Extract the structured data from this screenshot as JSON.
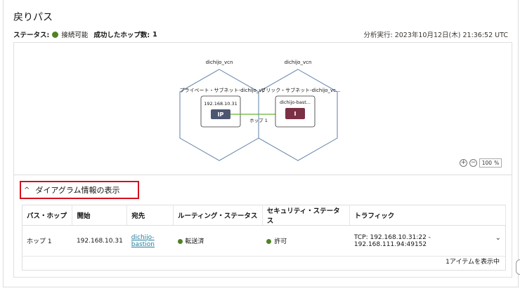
{
  "title": "戻りパス",
  "status": {
    "label": "ステータス:",
    "value": "接続可能",
    "hops_label": "成功したホップ数:",
    "hops_value": "1",
    "dot_color": "#508223"
  },
  "analysis": "分析実行: 2023年10月12日(木) 21:36:52 UTC",
  "diagram": {
    "left_vcn": "dichijo_vcn",
    "right_vcn": "dichijo_vcn",
    "left_subnet": "プライベート・サブネット-dichijo_vc",
    "right_subnet": "ブリック・サブネット-dichijo_vc...",
    "left_node_title": "192.168.10.31",
    "left_node_badge": "IP",
    "right_node_title": "dichijo-bast...",
    "right_node_badge": "I",
    "hop_label": "ホップ 1",
    "zoom_value": "100",
    "zoom_unit": "%",
    "zoom_in": "+",
    "zoom_out": "−"
  },
  "toggle": {
    "chevron": "^",
    "label": "ダイアグラム情報の表示"
  },
  "table": {
    "headers": [
      "パス・ホップ",
      "開始",
      "宛先",
      "ルーティング・ステータス",
      "セキュリティ・ステータス",
      "トラフィック"
    ],
    "rows": [
      {
        "hop": "ホップ 1",
        "start": "192.168.10.31",
        "dest_line1": "dichijo-",
        "dest_line2": "bastion",
        "routing": "転送済",
        "security": "許可",
        "traffic_line1": "TCP: 192.168.10.31:22 -",
        "traffic_line2": "192.168.111.94:49152"
      }
    ],
    "footer": "1アイテムを表示中"
  }
}
